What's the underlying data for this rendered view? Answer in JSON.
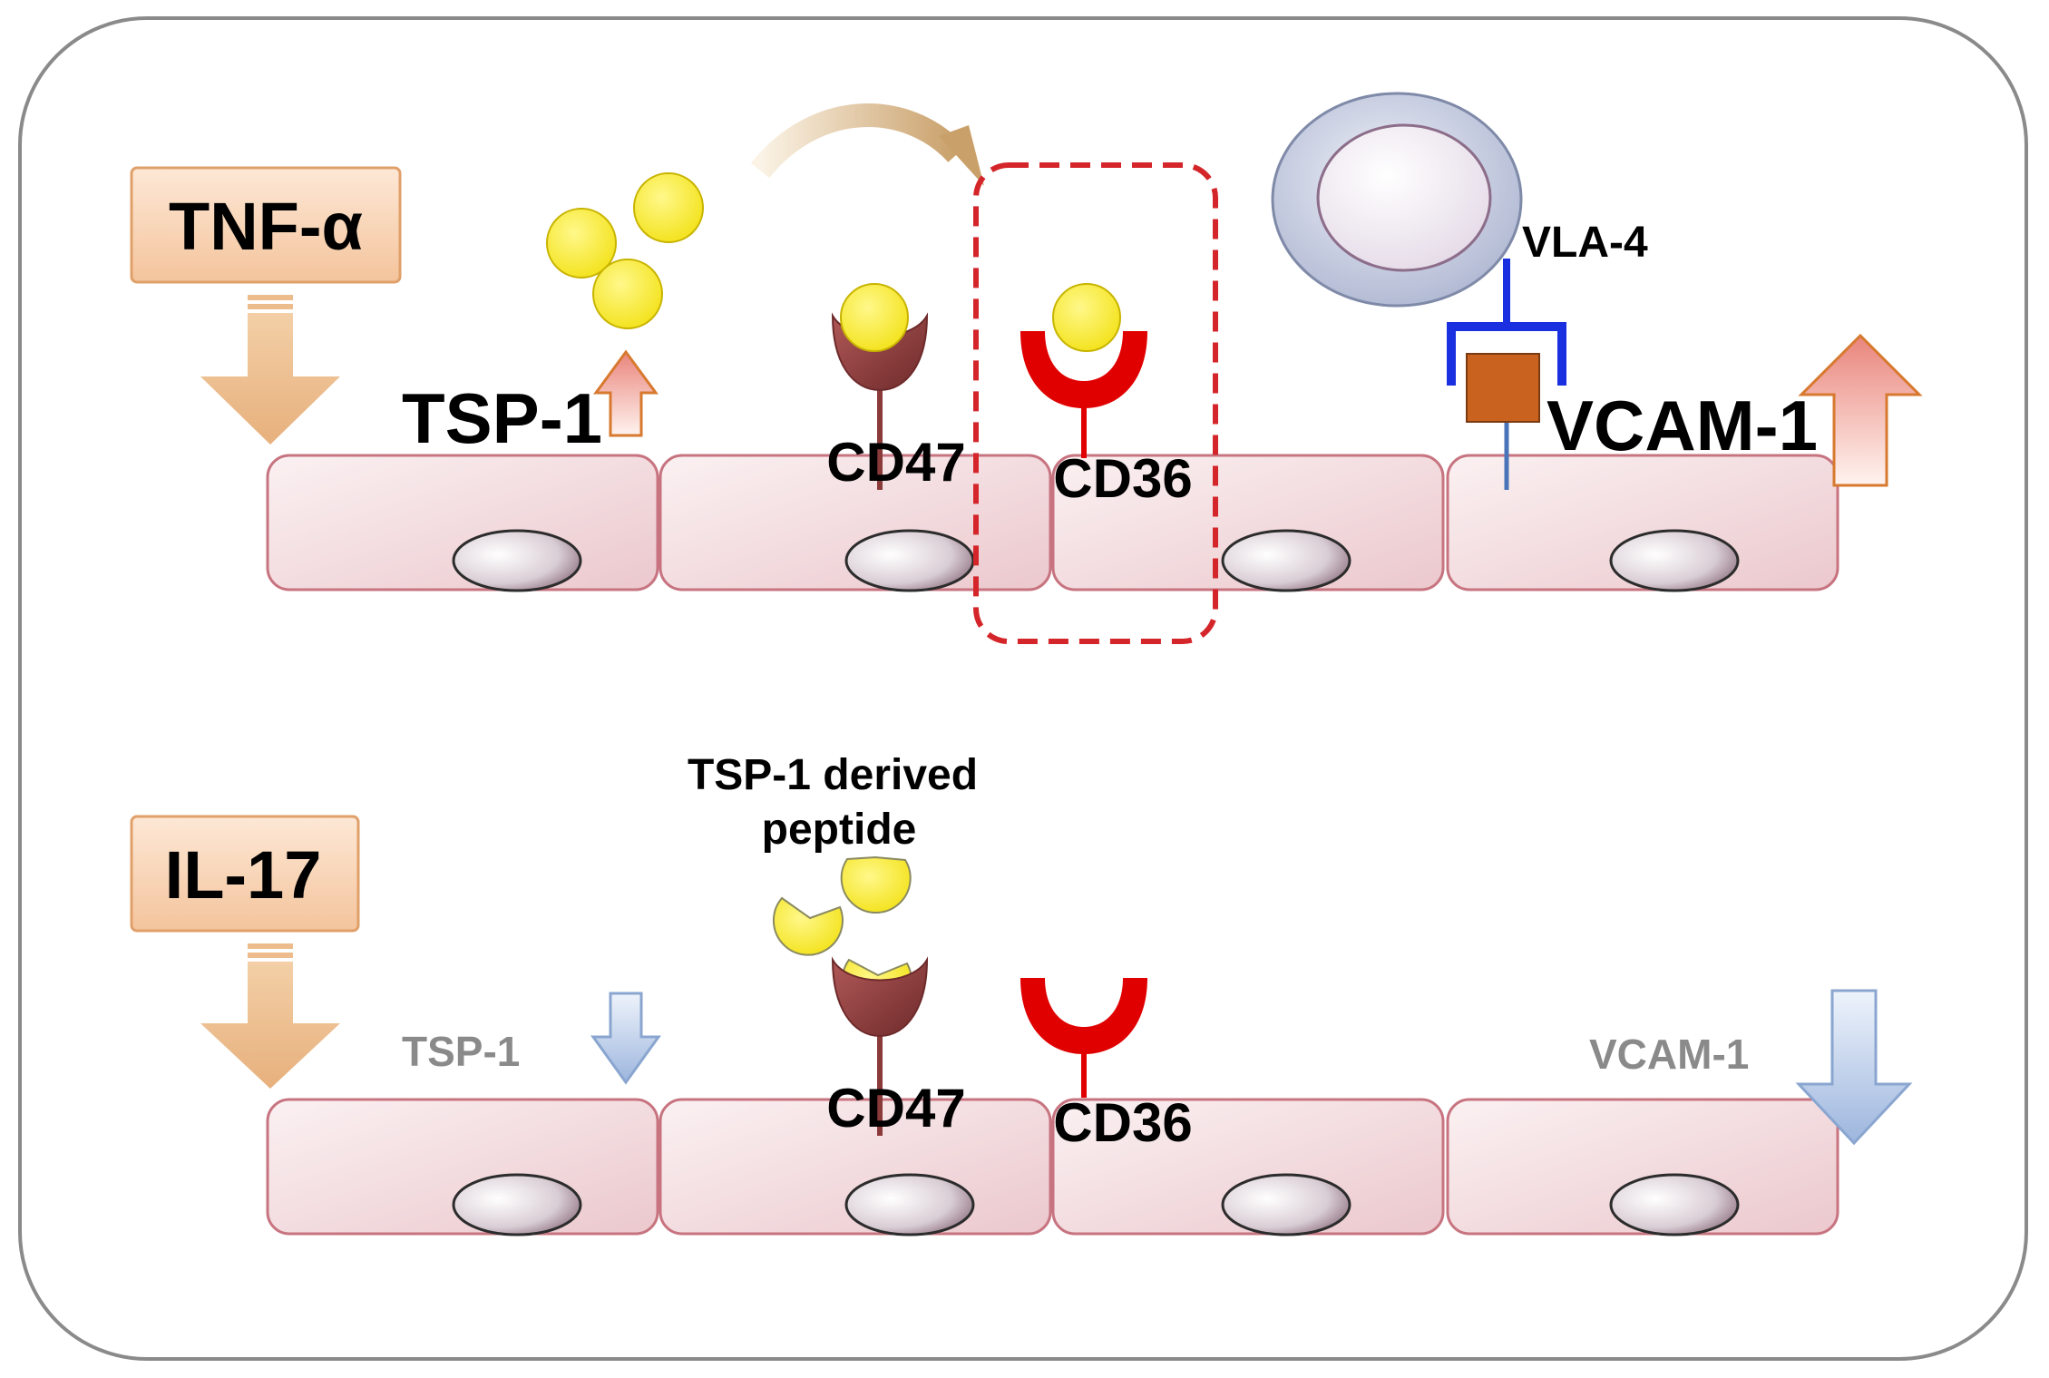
{
  "colors": {
    "frame_border": "#8a8a8a",
    "cell_fill": "#f4dfe2",
    "cell_stroke": "#c77480",
    "stimulus_fill": "#f8d7bd",
    "stimulus_stroke": "#e0a06a",
    "big_arrow": "#ecbc8c",
    "up_arrow_fill": "#f4b8b0",
    "up_arrow_stroke": "#d7792f",
    "down_arrow_fill": "#b9cce8",
    "down_arrow_stroke": "#8aa6d0",
    "tsp1_ball": "#ffef3a",
    "tsp1_ball_stroke": "#c8b400",
    "cd47": "#8b3a3a",
    "cd36": "#e00000",
    "highlight_box": "#d4262a",
    "vla4": "#1a2fe0",
    "vcam1": "#c9621e",
    "leukocyte_outer": "#c9cfe2",
    "leukocyte_inner": "#ede6ef"
  },
  "top_panel": {
    "stimulus": "TNF-α",
    "tsp1_label": "TSP-1",
    "cd47_label": "CD47",
    "cd36_label": "CD36",
    "vla4_label": "VLA-4",
    "vcam1_label": "VCAM-1"
  },
  "bottom_panel": {
    "stimulus": "IL-17",
    "peptide_label_line1": "TSP-1 derived",
    "peptide_label_line2": "peptide",
    "tsp1_label": "TSP-1",
    "cd47_label": "CD47",
    "cd36_label": "CD36",
    "vcam1_label": "VCAM-1"
  }
}
